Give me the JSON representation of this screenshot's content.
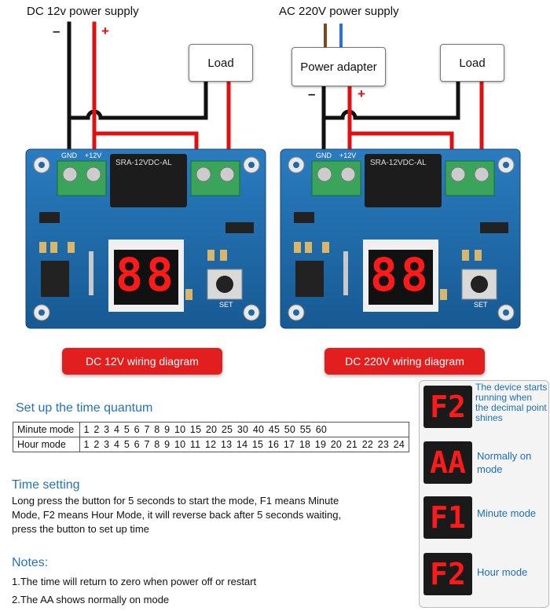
{
  "left_supply": {
    "title": "DC 12v power supply",
    "minus": "–",
    "plus": "+",
    "load": "Load",
    "gnd": "GND",
    "v12": "+12V",
    "relay": "SRA-12VDC-AL",
    "display": "88",
    "button": "SET"
  },
  "right_supply": {
    "title": "AC 220V power supply",
    "adapter": "Power adapter",
    "minus": "–",
    "plus": "+",
    "load": "Load",
    "gnd": "GND",
    "v12": "+12V",
    "relay": "SRA-12VDC-AL",
    "display": "88",
    "button": "SET"
  },
  "buttons": {
    "dc12": "DC 12V wiring diagram",
    "dc220": "DC 220V wiring diagram"
  },
  "time_quantum": {
    "title": "Set up the time quantum",
    "rows": [
      {
        "mode": "Minute mode",
        "values": "1 2 3 4 5 6 7 8 9 10  15   20   25   30   40   45   50   55   60"
      },
      {
        "mode": "Hour mode",
        "values": "1 2 3 4 5 6 7 8 9 10 11 12 13 14 15 16 17 18 19 20 21 22 23 24"
      }
    ]
  },
  "time_setting": {
    "title": "Time setting",
    "lines": [
      "Long press the button for 5 seconds to start the mode, F1 means Minute",
      "Mode, F2 means Hour Mode, it will reverse back after 5 seconds waiting,",
      "press the button to set up time"
    ]
  },
  "notes": {
    "title": "Notes:",
    "items": [
      "1.The time will return to zero when power off or restart",
      "2.The AA shows normally on mode"
    ]
  },
  "side_panel": {
    "items": [
      {
        "display": "F2",
        "text": "The device starts running when the decimal point shines"
      },
      {
        "display": "AA",
        "text": "Normally on mode"
      },
      {
        "display": "F1",
        "text": "Minute mode"
      },
      {
        "display": "F2",
        "text": "Hour mode"
      }
    ]
  },
  "colors": {
    "pcb": "#1f6aa5",
    "wire_red": "#e01010",
    "wire_black": "#111111",
    "accent_blue": "#2573b8",
    "button_red": "#e31e1e",
    "segment_red": "#ff1a1a"
  }
}
